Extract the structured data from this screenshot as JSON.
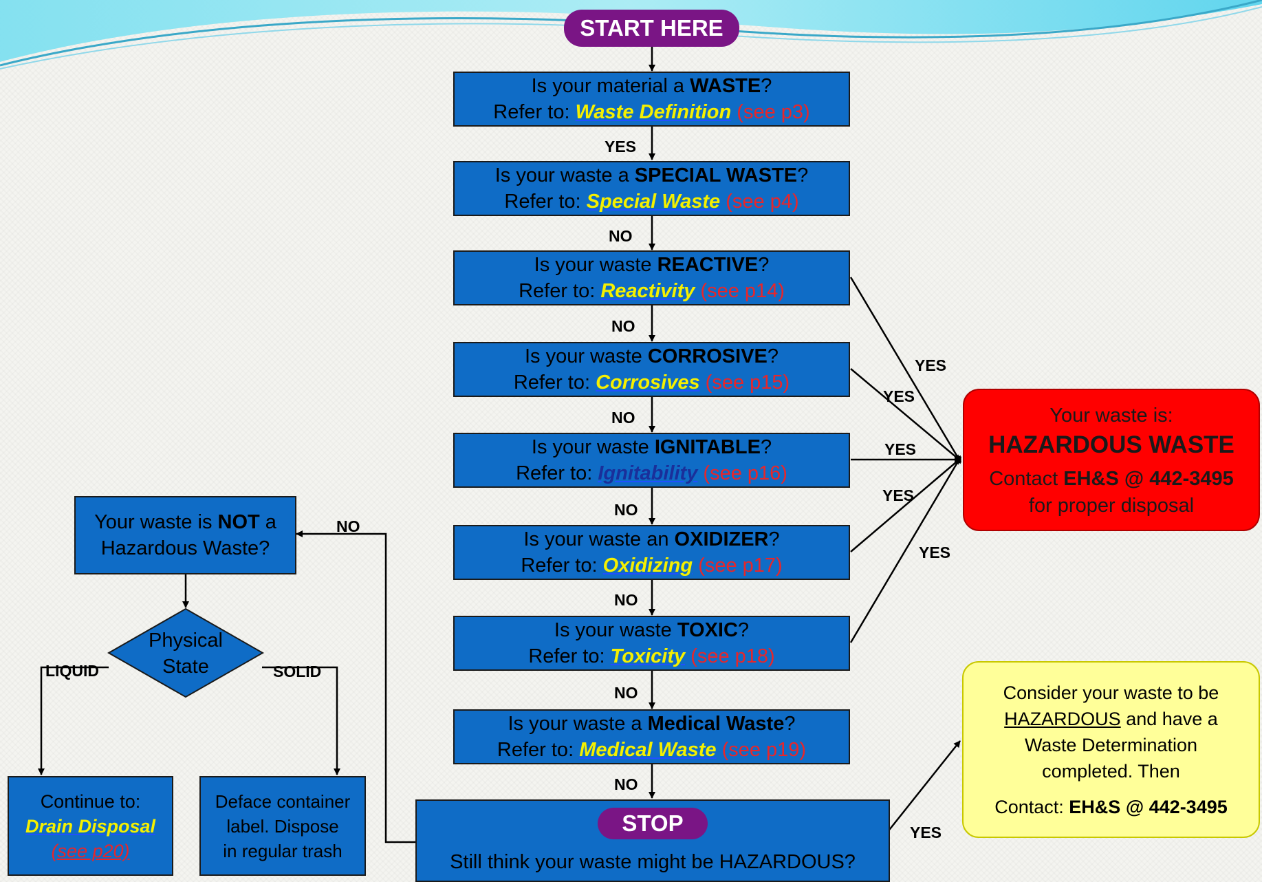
{
  "start_label": "START HERE",
  "questions": [
    {
      "pre": "Is your material a ",
      "bold": "WASTE",
      "post": "?",
      "refer": "Refer to: ",
      "link": "Waste Definition",
      "page": "(see p3)"
    },
    {
      "pre": "Is your waste a ",
      "bold": "SPECIAL WASTE",
      "post": "?",
      "refer": "Refer to: ",
      "link": "Special Waste",
      "page": "(see p4)"
    },
    {
      "pre": "Is your waste ",
      "bold": "REACTIVE",
      "post": "?",
      "refer": "Refer to: ",
      "link": "Reactivity",
      "page": "(see p14)"
    },
    {
      "pre": "Is your waste ",
      "bold": "CORROSIVE",
      "post": "?",
      "refer": "Refer to: ",
      "link": "Corrosives",
      "page": "(see p15)"
    },
    {
      "pre": "Is your waste ",
      "bold": "IGNITABLE",
      "post": "?",
      "refer": "Refer to: ",
      "link": "Ignitability",
      "page": "(see p16)"
    },
    {
      "pre": "Is your waste an ",
      "bold": "OXIDIZER",
      "post": "?",
      "refer": "Refer to: ",
      "link": "Oxidizing",
      "page": "(see p17)"
    },
    {
      "pre": "Is your waste ",
      "bold": "TOXIC",
      "post": "?",
      "refer": "Refer to: ",
      "link": "Toxicity",
      "page": "(see p18)"
    },
    {
      "pre": "Is your waste a ",
      "bold": "Medical Waste",
      "post": "?",
      "refer": "Refer to: ",
      "link": "Medical Waste",
      "page": "(see p19)"
    }
  ],
  "flow_labels": [
    "YES",
    "NO",
    "NO",
    "NO",
    "NO",
    "NO",
    "NO",
    "NO"
  ],
  "stop": {
    "label": "STOP",
    "question": "Still think your waste might be HAZARDOUS?"
  },
  "hazardous": {
    "line1": "Your waste is:",
    "title": "HAZARDOUS WASTE",
    "contact_pre": "Contact ",
    "contact_bold": "EH&S @ 442-3495",
    "line4": "for proper disposal"
  },
  "yes_labels": [
    "YES",
    "YES",
    "YES",
    "YES",
    "YES"
  ],
  "consider": {
    "line1": "Consider your waste to be",
    "underline": "HAZARDOUS",
    "line2_post": " and have a",
    "line3": "Waste Determination",
    "line4": "completed. Then",
    "contact_pre": "Contact: ",
    "contact_bold": "EH&S @ 442-3495"
  },
  "stop_yes_label": "YES",
  "stop_no_label": "NO",
  "not_hazardous": {
    "pre": "Your waste is ",
    "bold": "NOT",
    "post": " a",
    "line2": "Hazardous Waste?"
  },
  "physical_state": {
    "line1": "Physical",
    "line2": "State"
  },
  "liquid_label": "LIQUID",
  "solid_label": "SOLID",
  "drain": {
    "line1": "Continue to:",
    "link": "Drain Disposal",
    "page": "(see p20)"
  },
  "trash": {
    "line1": "Deface container",
    "line2": "label. Dispose",
    "line3": "in regular trash"
  },
  "colors": {
    "box_blue": "#0f6cc6",
    "purple": "#7a1585",
    "hazard_red": "#ff0000",
    "consider_yellow": "#ffff99",
    "link_yellow": "#f5f000",
    "page_red": "#e8262a"
  }
}
